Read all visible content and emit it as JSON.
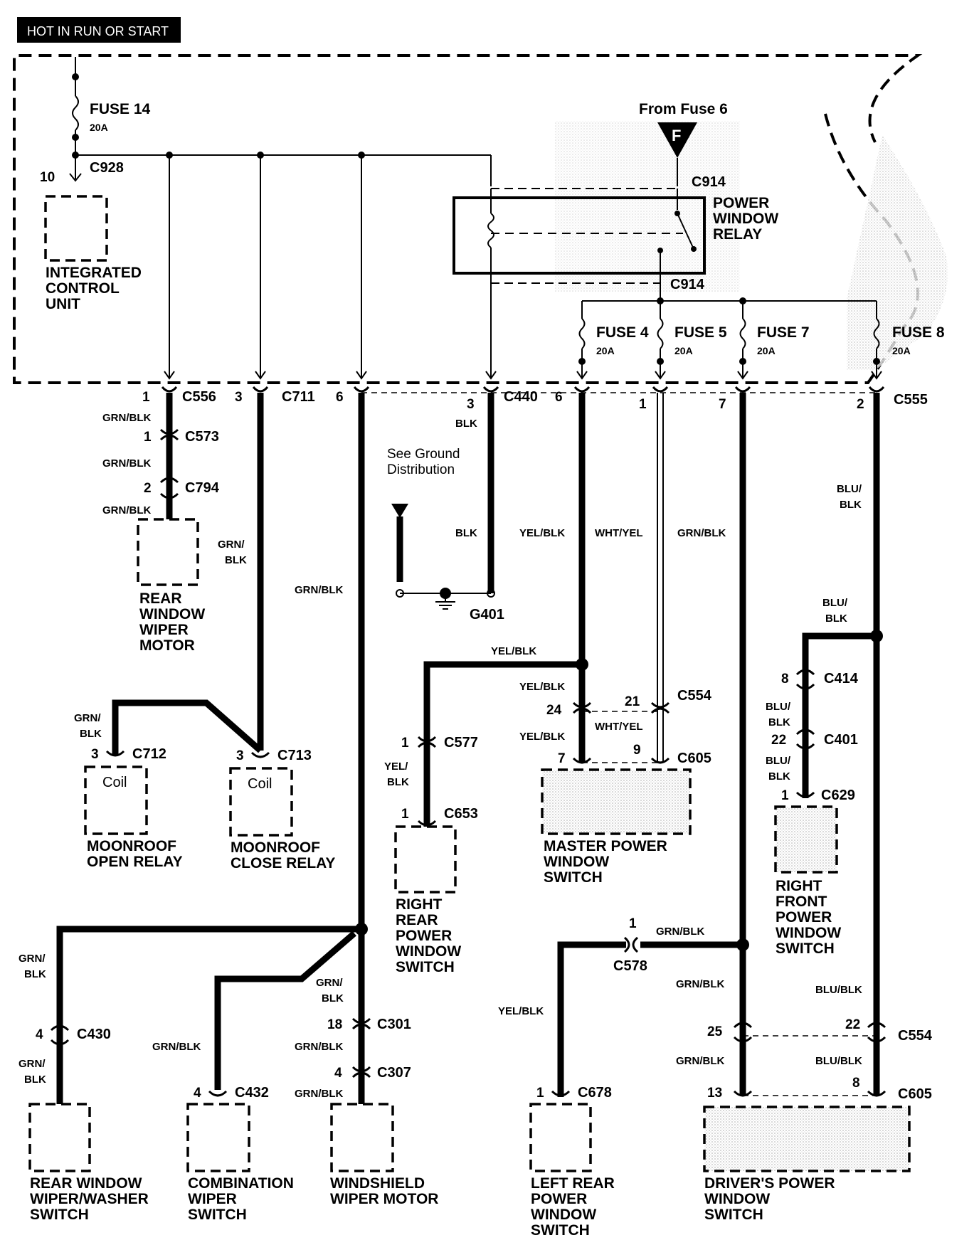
{
  "header": {
    "label": "HOT IN RUN OR START"
  },
  "fuses": {
    "fuse14": {
      "name": "FUSE 14",
      "rating": "20A"
    },
    "fuse4": {
      "name": "FUSE 4",
      "rating": "20A"
    },
    "fuse5": {
      "name": "FUSE 5",
      "rating": "20A"
    },
    "fuse7": {
      "name": "FUSE 7",
      "rating": "20A"
    },
    "fuse8": {
      "name": "FUSE 8",
      "rating": "20A"
    }
  },
  "from_fuse": {
    "label": "From Fuse 6",
    "marker": "F"
  },
  "relay": {
    "line1": "POWER",
    "line2": "WINDOW",
    "line3": "RELAY"
  },
  "components": {
    "icu": {
      "line1": "INTEGRATED",
      "line2": "CONTROL",
      "line3": "UNIT"
    },
    "rear_wiper_motor": {
      "line1": "REAR",
      "line2": "WINDOW",
      "line3": "WIPER",
      "line4": "MOTOR"
    },
    "moonroof_open": {
      "line1": "MOONROOF",
      "line2": "OPEN RELAY",
      "coil": "Coil"
    },
    "moonroof_close": {
      "line1": "MOONROOF",
      "line2": "CLOSE RELAY",
      "coil": "Coil"
    },
    "right_rear_pws": {
      "line1": "RIGHT",
      "line2": "REAR",
      "line3": "POWER",
      "line4": "WINDOW",
      "line5": "SWITCH"
    },
    "master_pws": {
      "line1": "MASTER POWER",
      "line2": "WINDOW",
      "line3": "SWITCH"
    },
    "right_front_pws": {
      "line1": "RIGHT",
      "line2": "FRONT",
      "line3": "POWER",
      "line4": "WINDOW",
      "line5": "SWITCH"
    },
    "rear_washer_switch": {
      "line1": "REAR WINDOW",
      "line2": "WIPER/WASHER",
      "line3": "SWITCH"
    },
    "combination_switch": {
      "line1": "COMBINATION",
      "line2": "WIPER",
      "line3": "SWITCH"
    },
    "windshield_motor": {
      "line1": "WINDSHIELD",
      "line2": "WIPER MOTOR"
    },
    "left_rear_pws": {
      "line1": "LEFT REAR",
      "line2": "POWER",
      "line3": "WINDOW",
      "line4": "SWITCH"
    },
    "drivers_pws": {
      "line1": "DRIVER'S POWER",
      "line2": "WINDOW",
      "line3": "SWITCH"
    }
  },
  "ground": {
    "note1": "See Ground",
    "note2": "Distribution",
    "name": "G401"
  },
  "connectors": {
    "c928": "C928",
    "c914a": "C914",
    "c914b": "C914",
    "c556": "C556",
    "c711": "C711",
    "c440": "C440",
    "c555": "C555",
    "c573": "C573",
    "c794": "C794",
    "c712": "C712",
    "c713": "C713",
    "c577": "C577",
    "c653": "C653",
    "c554a": "C554",
    "c605a": "C605",
    "c414": "C414",
    "c401": "C401",
    "c629": "C629",
    "c578": "C578",
    "c430": "C430",
    "c432": "C432",
    "c301": "C301",
    "c307": "C307",
    "c678": "C678",
    "c554b": "C554",
    "c605b": "C605"
  },
  "pins": {
    "icu_10": "10",
    "c556": "1",
    "c711": "3",
    "c711_6": "6",
    "c440": "3",
    "c555_6": "6",
    "c555_1": "1",
    "c555_7": "7",
    "c555_2": "2",
    "c573": "1",
    "c794": "2",
    "c712": "3",
    "c713": "3",
    "c577": "1",
    "c653": "1",
    "c554_24": "24",
    "c554_21": "21",
    "c605_7": "7",
    "c605_9": "9",
    "c414": "8",
    "c401": "22",
    "c629": "1",
    "c578": "1",
    "c430": "4",
    "c432": "4",
    "c301": "18",
    "c307": "4",
    "c678": "1",
    "c554_25": "25",
    "c554_22": "22",
    "c605_13": "13",
    "c605_8": "8"
  },
  "wires": {
    "grn_blk": "GRN/BLK",
    "grn": "GRN/",
    "blk_frag": "BLK",
    "blk": "BLK",
    "yel_blk": "YEL/BLK",
    "wht_yel": "WHT/YEL",
    "blu": "BLU/",
    "blu_blk": "BLU/BLK",
    "yel": "YEL/"
  }
}
